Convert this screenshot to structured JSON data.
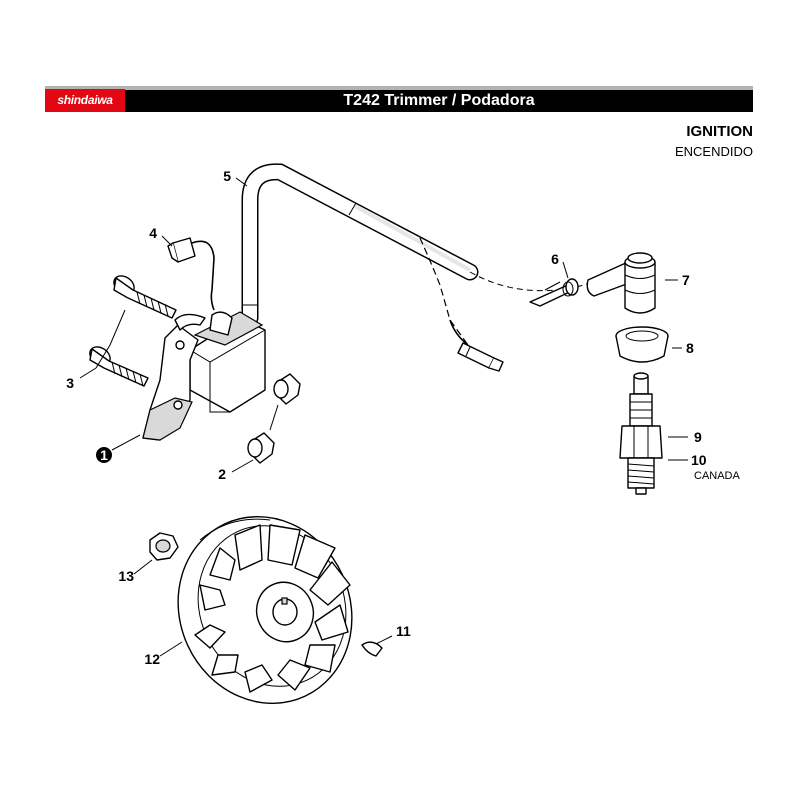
{
  "header": {
    "brand": "shindaiwa",
    "title": "T242 Trimmer / Podadora",
    "colors": {
      "brand_red": "#e30613",
      "band": "#000000",
      "strip": "#b3b3b3"
    }
  },
  "section": {
    "title": "IGNITION",
    "subtitle": "ENCENDIDO"
  },
  "callouts": {
    "c1": "1",
    "c2": "2",
    "c3": "3",
    "c4": "4",
    "c5": "5",
    "c6": "6",
    "c7": "7",
    "c8": "8",
    "c9": "9",
    "c10": "10",
    "c11": "11",
    "c12": "12",
    "c13": "13"
  },
  "notes": {
    "canada": "CANADA"
  }
}
